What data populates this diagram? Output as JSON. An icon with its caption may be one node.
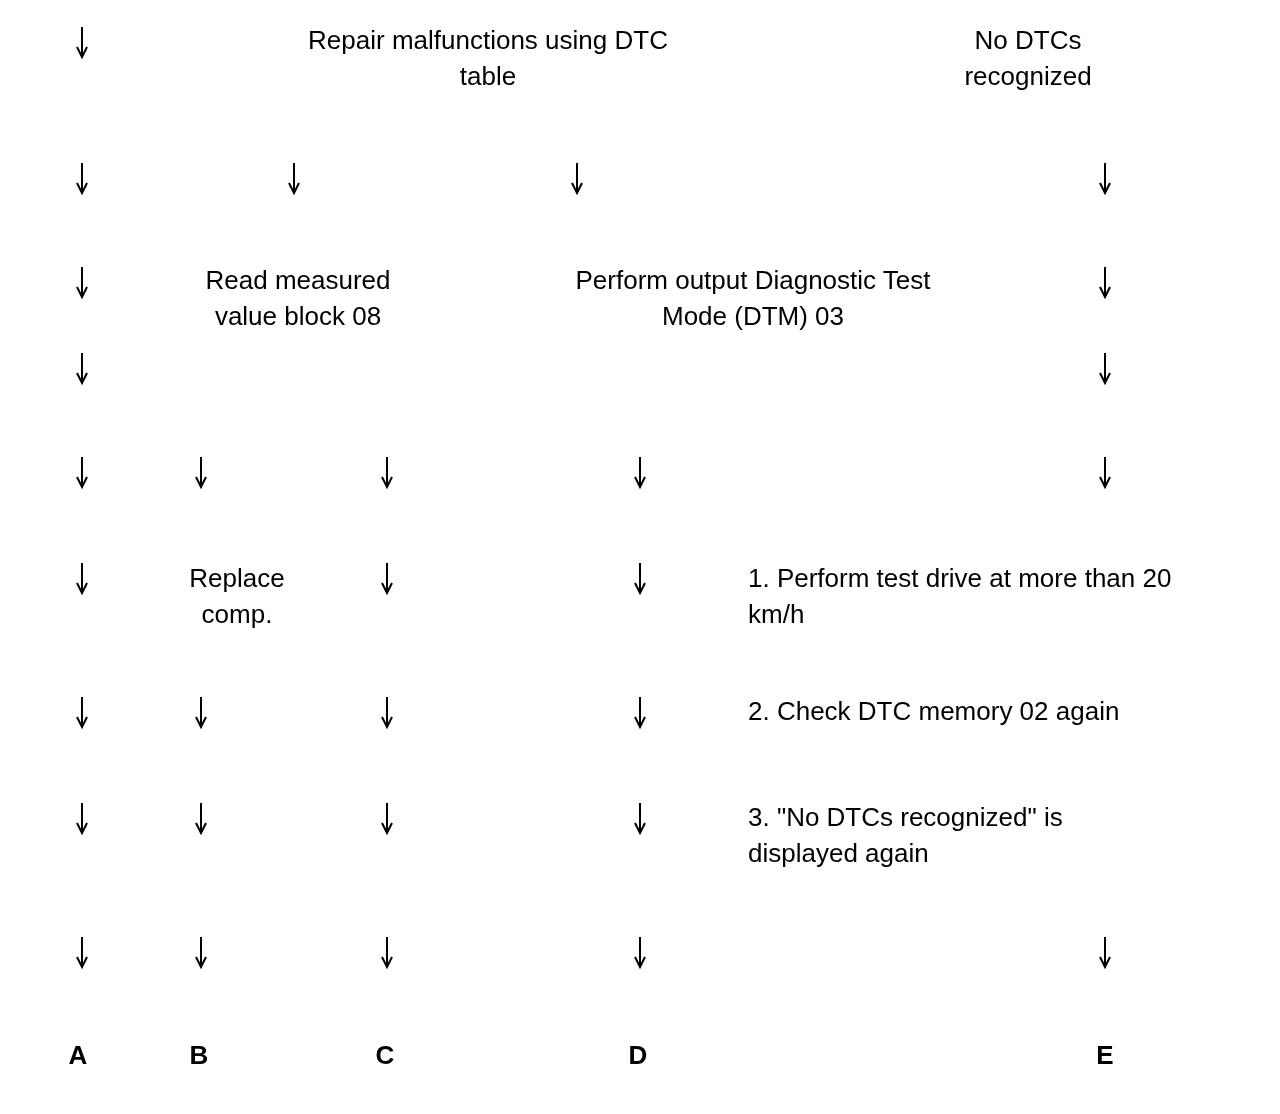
{
  "diagram": {
    "labels": [
      "Repair malfunctions using DTC table",
      "No DTCs recognized",
      "Read measured value block 08",
      "Perform output Diagnostic Test Mode (DTM) 03",
      "Replace comp.",
      "1. Perform test drive at more than 20 km/h",
      "2. Check DTC memory 02 again",
      "3. \"No DTCs recognized\" is displayed again",
      "A",
      "B",
      "C",
      "D",
      "E"
    ]
  }
}
